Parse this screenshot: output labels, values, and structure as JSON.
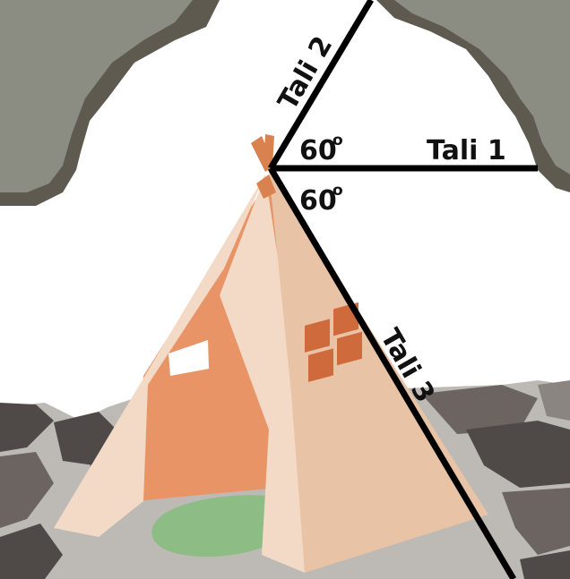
{
  "diagram": {
    "ropes": [
      {
        "label": "Tali 1"
      },
      {
        "label": "Tali 2"
      },
      {
        "label": "Tali 3"
      }
    ],
    "angles": {
      "upper": "60",
      "lower": "60",
      "unit_symbol": "o"
    }
  },
  "colors": {
    "rope": "#000000",
    "rock_dark": "#5e5a50",
    "rock_light": "#8c8d82",
    "ground_dark": "#4f4a47",
    "ground_light": "#bdbab5",
    "tent_light": "#f3dac6",
    "tent_mid": "#e9c3a6",
    "tent_inner": "#e89466",
    "mat": "#8dbd85"
  }
}
